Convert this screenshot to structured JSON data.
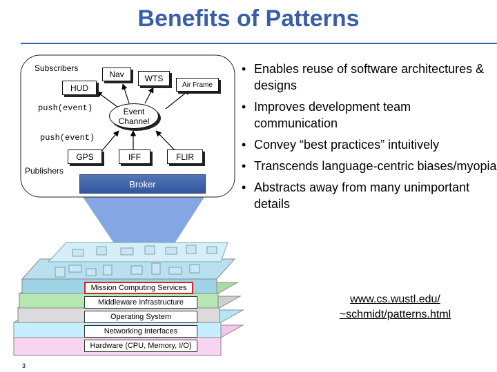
{
  "title": "Benefits of Patterns",
  "diagram": {
    "subscribers_label": "Subscribers",
    "publishers_label": "Publishers",
    "push_event_top": "push(event)",
    "push_event_bottom": "push(event)",
    "nodes": {
      "nav": "Nav",
      "wts": "WTS",
      "air_frame": "Air Frame",
      "hud": "HUD",
      "event_channel": "Event Channel",
      "gps": "GPS",
      "iff": "IFF",
      "flir": "FLIR",
      "broker": "Broker"
    }
  },
  "bullets": [
    "Enables reuse of software architectures & designs",
    "Improves development team communication",
    "Convey “best practices” intuitively",
    "Transcends language-centric biases/myopia",
    "Abstracts away from many unimportant details"
  ],
  "layers": {
    "mission": "Mission Computing Services",
    "middleware": "Middleware Infrastructure",
    "os": "Operating System",
    "networking": "Networking Interfaces",
    "hardware": "Hardware (CPU, Memory, I/O)"
  },
  "link": {
    "line1": "www.cs.wustl.edu/",
    "line2": "~schmidt/patterns.html"
  },
  "page_number": "3",
  "colors": {
    "title": "#3a5fa8",
    "broker": "#3d63ab",
    "projection": "#6f96dd",
    "layer_mission": "#9fd3e6",
    "layer_middleware": "#b6e6b2",
    "layer_os": "#dcdcdc",
    "layer_networking": "#c5efff",
    "layer_hardware": "#f7d5f0",
    "accent_border": "#d42020"
  }
}
